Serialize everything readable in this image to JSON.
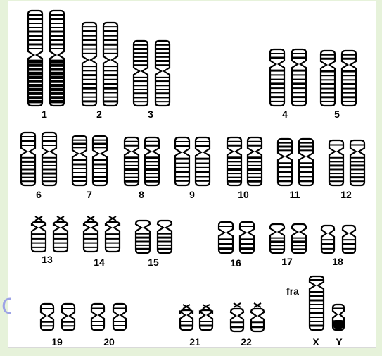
{
  "diagram": {
    "chromosome_labels": [
      "1",
      "2",
      "3",
      "4",
      "5",
      "6",
      "7",
      "8",
      "9",
      "10",
      "11",
      "12",
      "13",
      "14",
      "15",
      "16",
      "17",
      "18",
      "19",
      "20",
      "21",
      "22",
      "X",
      "Y"
    ],
    "fragile_site_label": "fra",
    "edge_glyph": "C"
  },
  "colors": {
    "page_background": "#e6f2da",
    "panel_background": "#ffffff",
    "chromosome_ink": "#000000",
    "edge_glyph": "#9da3e6"
  }
}
